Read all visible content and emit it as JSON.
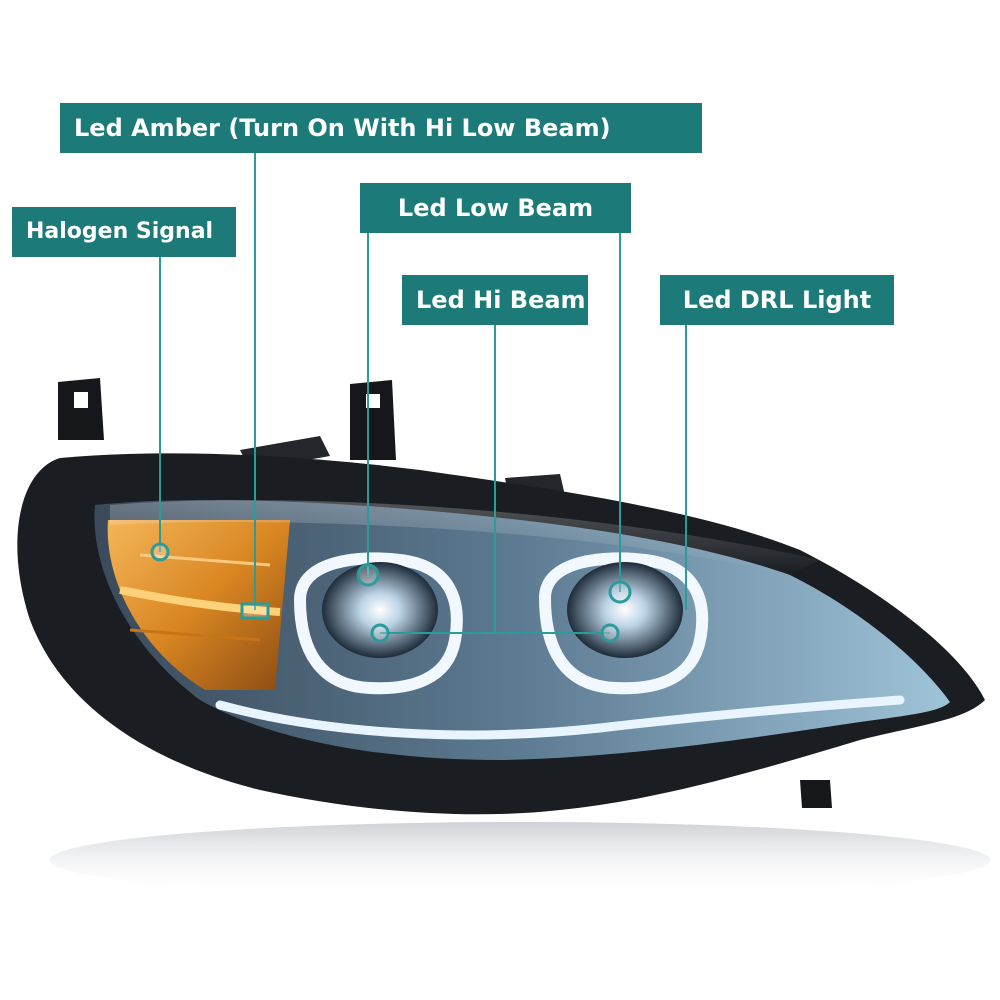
{
  "theme": {
    "callout_bg": "#1c7a78",
    "callout_text": "#ffffff",
    "pointer_line": "#2a9c99",
    "housing_dark": "#1a1d22",
    "amber": "#e59a2a",
    "led_white": "#f2f8ff"
  },
  "callouts": {
    "amber": "Led Amber (Turn On With Hi Low Beam)",
    "halogen": "Halogen Signal",
    "low_beam": "Led Low Beam",
    "hi_beam": "Led Hi Beam",
    "drl": "Led DRL Light"
  }
}
